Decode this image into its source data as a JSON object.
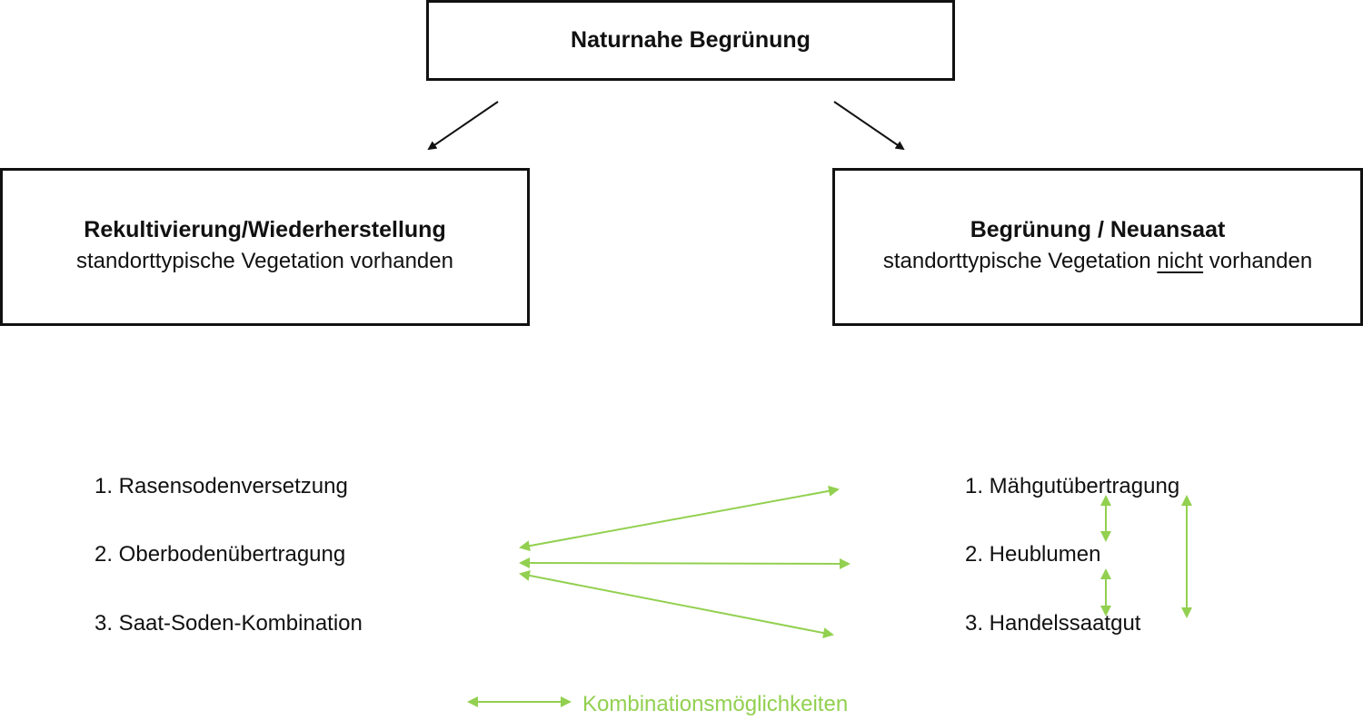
{
  "top": {
    "title": "Naturnahe Begrünung"
  },
  "left": {
    "title": "Rekultivierung/Wiederherstellung",
    "subtitle": "standorttypische Vegetation vorhanden",
    "items": [
      "1. Rasensodenversetzung",
      "2. Oberbodenübertragung",
      "3. Saat-Soden-Kombination"
    ]
  },
  "right": {
    "title": "Begrünung / Neuansaat",
    "subtitle_before": "standorttypische Vegetation ",
    "subtitle_emph": "nicht",
    "subtitle_after": " vorhanden",
    "items": [
      "1. Mähgutübertragung",
      "2. Heublumen",
      "3. Handelssaatgut"
    ]
  },
  "legend": {
    "label": "Kombinationsmöglichkeiten"
  },
  "colors": {
    "box_border": "#111111",
    "combination_arrow": "#92d050"
  }
}
